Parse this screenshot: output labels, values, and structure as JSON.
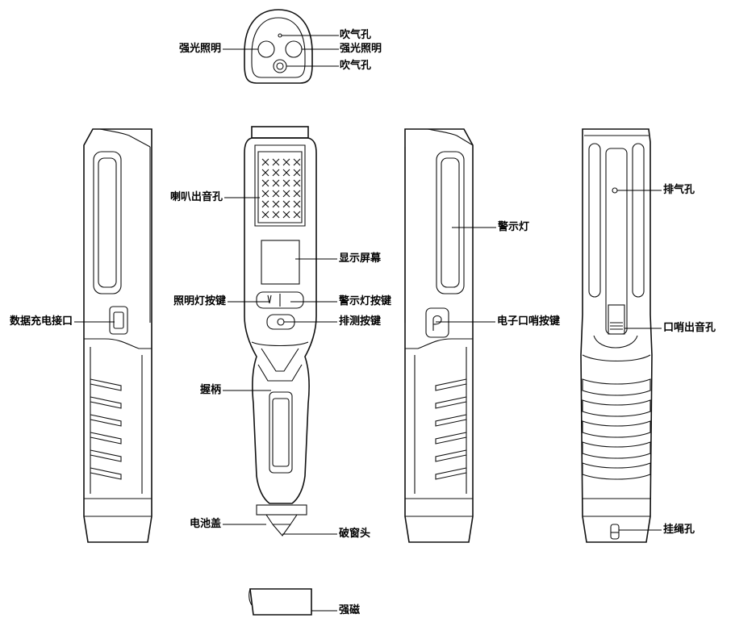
{
  "labels": {
    "blow_hole_top": "吹气孔",
    "strong_light_left": "强光照明",
    "strong_light_right": "强光照明",
    "blow_hole_bottom": "吹气孔",
    "speaker_holes": "喇叭出音孔",
    "display_screen": "显示屏幕",
    "light_button": "照明灯按键",
    "warning_light_button": "警示灯按键",
    "data_charging_port": "数据充电接口",
    "test_button": "排测按键",
    "handle": "握柄",
    "battery_cover": "电池盖",
    "window_breaker": "破窗头",
    "strong_magnet": "强磁",
    "warning_light": "警示灯",
    "electronic_whistle_button": "电子口哨按键",
    "exhaust_hole": "排气孔",
    "whistle_sound_hole": "口哨出音孔",
    "lanyard_hole": "挂绳孔"
  }
}
